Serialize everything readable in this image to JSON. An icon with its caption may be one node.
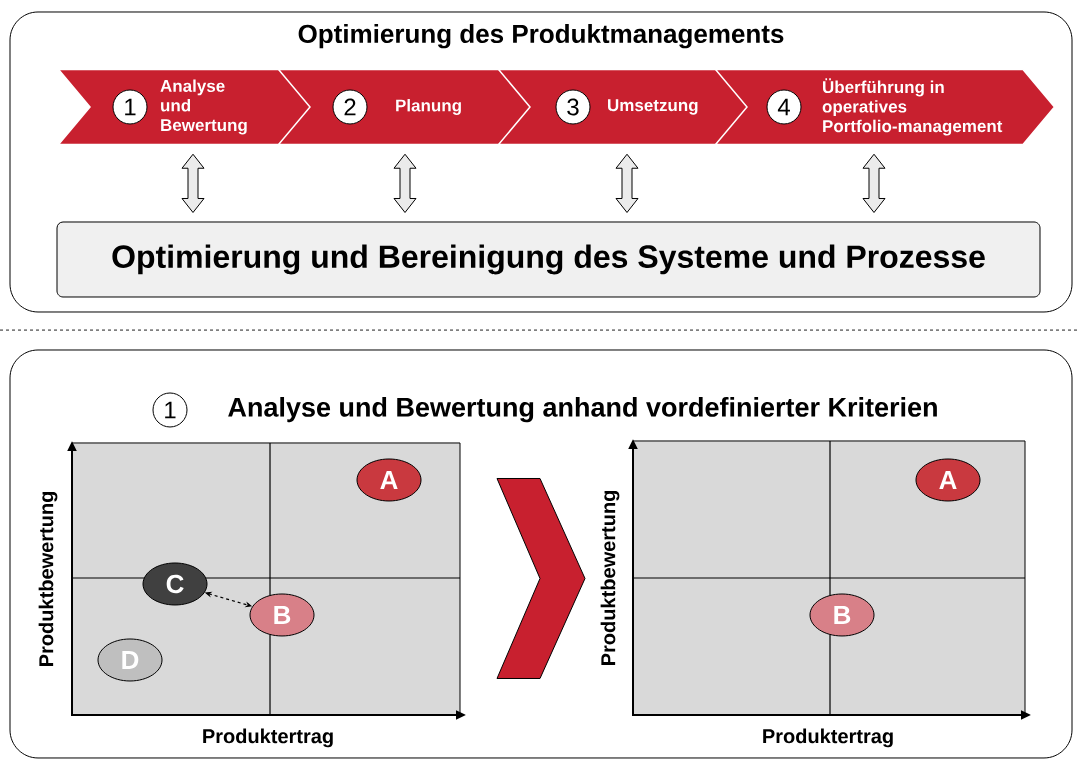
{
  "diagram": {
    "nodes": [
      {
        "text": [
          "Optimierung des Produktmanagements"
        ]
      },
      {
        "text": [
          "1",
          "Analyse und Bewertung"
        ],
        "in": 0
      },
      {
        "text": [
          "2",
          "Planung"
        ],
        "in": 0
      },
      {
        "text": [
          "3",
          "Umsetzung"
        ],
        "in": 0
      },
      {
        "text": [
          "4",
          "Überführung in operatives Portfolio-management"
        ],
        "in": 0
      },
      {
        "text": [
          "Optimierung und Bereinigung des Systeme und Prozesse"
        ],
        "in": 0
      },
      {
        "text": [
          "Analyse und Bewertung anhand vordefinierter Kriterien"
        ]
      },
      {
        "text": [
          "1"
        ],
        "in": 6
      },
      {
        "text": [],
        "shape": "box",
        "in": 6,
        "beside": [
          "Produktbewertung",
          "Produktertrag"
        ]
      },
      {
        "text": [
          "A"
        ],
        "in": 8
      },
      {
        "text": [
          "C"
        ],
        "in": 8
      },
      {
        "text": [
          "B"
        ],
        "in": 8
      },
      {
        "text": [
          "D"
        ],
        "in": 8
      },
      {
        "text": [],
        "shape": "box",
        "in": 6,
        "beside": [
          "Produktbewertung",
          "Produktertrag"
        ]
      },
      {
        "text": [
          "A"
        ],
        "in": 13
      },
      {
        "text": [
          "B"
        ],
        "in": 13
      }
    ],
    "edges": [
      {
        "from": 1,
        "to": 5,
        "arrow": "both"
      },
      {
        "from": 2,
        "to": 5,
        "arrow": "both"
      },
      {
        "from": 3,
        "to": 5,
        "arrow": "both"
      },
      {
        "from": 4,
        "to": 5,
        "arrow": "both"
      },
      {
        "from": 10,
        "to": 11,
        "arrow": "both",
        "style": "dashed"
      },
      {
        "from": 8,
        "to": 13,
        "arrow": "to",
        "style": "thick",
        "color": "#c8202f"
      }
    ]
  }
}
